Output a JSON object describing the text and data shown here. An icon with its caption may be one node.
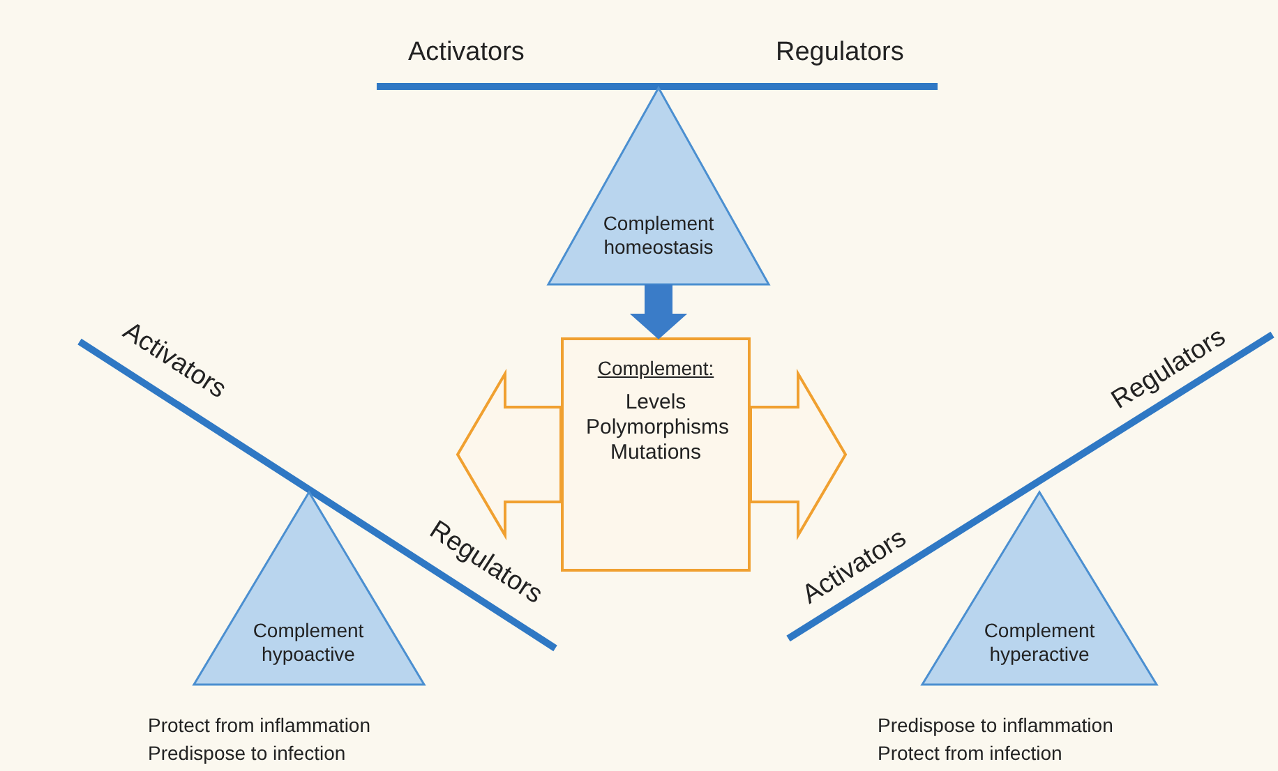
{
  "diagram": {
    "nodes": [
      {
        "text": [
          "Complement homeostasis"
        ]
      },
      {
        "text": [
          "Complement:",
          "Levels Polymorphisms Mutations"
        ]
      },
      {
        "text": [
          "Complement hypoactive"
        ],
        "beside": [
          "Protect from inflammation",
          "Predispose to infection"
        ]
      },
      {
        "text": [
          "Complement hyperactive"
        ],
        "beside": [
          "Predispose to inflammation",
          "Protect from infection"
        ]
      }
    ],
    "edges": [
      {
        "from": 0,
        "to": 1,
        "arrow": "to",
        "style": "thick",
        "color": "#3a7cc8"
      },
      {
        "from": 1,
        "to": null,
        "arrow": "to",
        "color": "#f0a030"
      },
      {
        "from": 1,
        "to": null,
        "arrow": "to",
        "color": "#f0a030"
      }
    ],
    "labels": [
      "Activators",
      "Regulators",
      "Activators",
      "Regulators",
      "Regulators",
      "Activators"
    ]
  }
}
